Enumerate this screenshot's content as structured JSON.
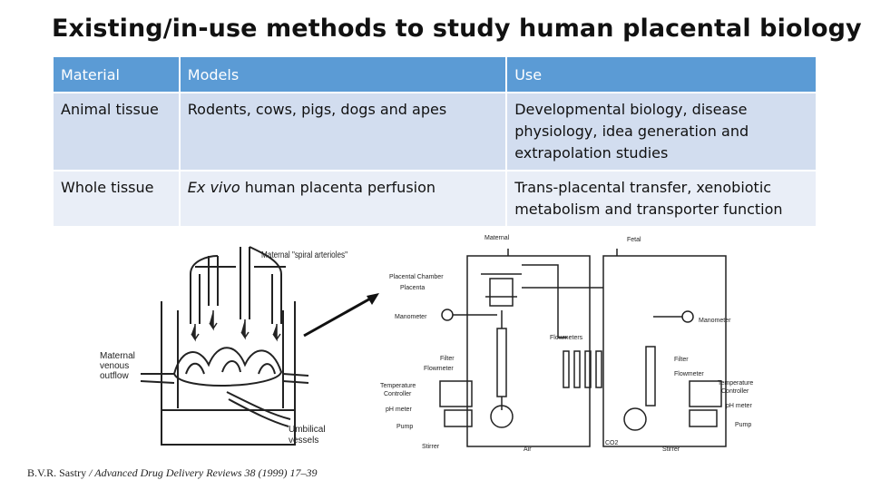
{
  "slide": {
    "title": "Existing/in-use methods to study human placental biology"
  },
  "table": {
    "headers": [
      "Material",
      "Models",
      "Use"
    ],
    "rows": [
      {
        "material": "Animal tissue",
        "models": "Rodents, cows, pigs, dogs and apes",
        "use": "Developmental biology, disease physiology, idea generation and extrapolation studies"
      },
      {
        "material": "Whole tissue",
        "models_em": "Ex vivo",
        "models_rest": " human placenta perfusion",
        "use": "Trans-placental transfer, xenobiotic metabolism and transporter function"
      }
    ]
  },
  "figure_left": {
    "labels": {
      "maternal_spiral": "Maternal \"spiral arterioles\"",
      "maternal_venous_1": "Maternal",
      "maternal_venous_2": "venous",
      "maternal_venous_3": "outflow",
      "umbilical_1": "Umbilical",
      "umbilical_2": "vessels"
    }
  },
  "figure_right": {
    "labels": {
      "maternal": "Maternal",
      "fetal": "Fetal",
      "placental_chamber": "Placental Chamber",
      "placenta": "Placenta",
      "manometer_left": "Manometer",
      "manometer_right": "Manometer",
      "flowmeters": "Flowmeters",
      "filter_left": "Filter",
      "flowmeter_left": "Flowmeter",
      "filter_right": "Filter",
      "flowmeter_right": "Flowmeter",
      "temp_left_1": "Temperature",
      "temp_left_2": "Controller",
      "temp_right_1": "Temperature",
      "temp_right_2": "Controller",
      "ph_left": "pH meter",
      "ph_right": "pH meter",
      "pump_left": "Pump",
      "pump_right": "Pump",
      "stirrer_left": "Stirrer",
      "stirrer_right": "Stirrer",
      "air": "Air",
      "co2": "CO2"
    }
  },
  "citation": {
    "author": "B.V.R. Sastry",
    "journal": " / Advanced Drug Delivery Reviews 38 (1999) 17–39"
  },
  "colors": {
    "header_bg": "#5b9bd5",
    "row1_bg": "#d2ddef",
    "row2_bg": "#e9eef7"
  }
}
